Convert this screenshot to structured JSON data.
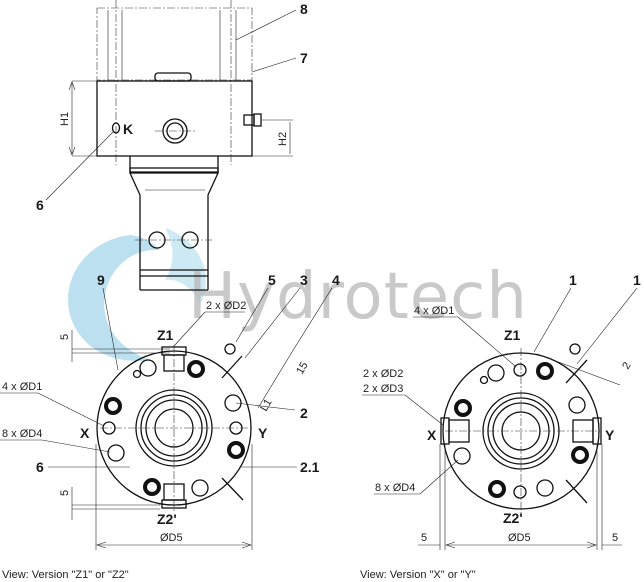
{
  "watermark": {
    "text": "Hydrotech",
    "swirl_color": "#9fd3ea",
    "text_color": "#b8b8b8"
  },
  "side_view": {
    "callouts": {
      "c8": "8",
      "c7": "7",
      "c6": "6"
    },
    "port_label": "K",
    "dims": {
      "h1": "H1",
      "h2": "H2"
    }
  },
  "view_z": {
    "caption": "View: Version \"Z1\" or \"Z2\"",
    "callouts": {
      "c9": "9",
      "c5": "5",
      "c3": "3",
      "c4": "4",
      "c2": "2",
      "c6": "6",
      "c21": "2.1"
    },
    "axis": {
      "x": "X",
      "y": "Y",
      "z1": "Z1",
      "z2": "Z2'"
    },
    "dims": {
      "d2": "2 x ØD2",
      "d1": "4 x ØD1",
      "d4": "8 x ØD4",
      "d5": "ØD5",
      "five_top": "5",
      "five_bot": "5",
      "l1": "L1",
      "fifteen": "15"
    }
  },
  "view_xy": {
    "caption": "View: Version \"X\" or \"Y\"",
    "callouts": {
      "c1a": "1",
      "c1b": "1"
    },
    "axis": {
      "x": "X",
      "y": "Y",
      "z1": "Z1",
      "z2": "Z2'"
    },
    "dims": {
      "d1": "4 x ØD1",
      "d2": "2 x ØD2",
      "d3": "2 x ØD3",
      "d4": "8 x ØD4",
      "d5": "ØD5",
      "five_l": "5",
      "five_r": "5",
      "two": "2"
    }
  }
}
